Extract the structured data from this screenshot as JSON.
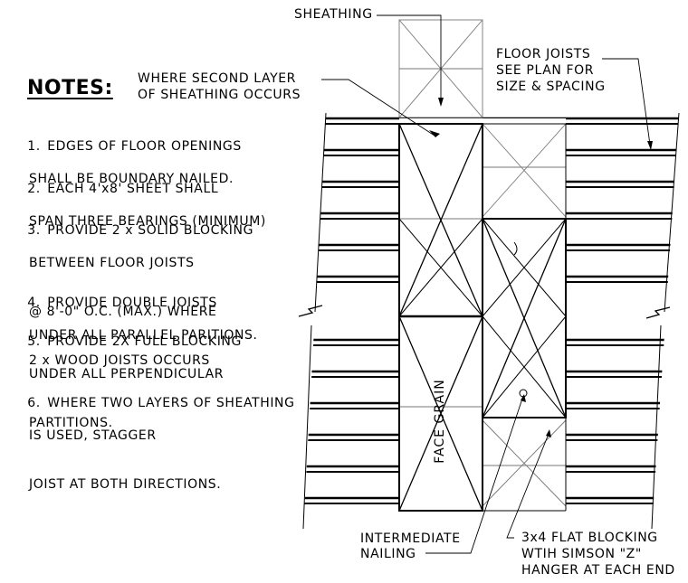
{
  "labels": {
    "sheathing": "SHEATHING",
    "second_layer_line1": "WHERE SECOND LAYER",
    "second_layer_line2": "OF SHEATHING OCCURS",
    "floor_joists_line1": "FLOOR JOISTS",
    "floor_joists_line2": "SEE PLAN FOR",
    "floor_joists_line3": "SIZE & SPACING",
    "face_grain": "FACE GRAIN",
    "intermediate_line1": "INTERMEDIATE",
    "intermediate_line2": "NAILING",
    "blocking_line1": "3x4 FLAT BLOCKING",
    "blocking_line2": "WTIH SIMSON \"Z\"",
    "blocking_line3": "HANGER AT EACH END"
  },
  "notes": {
    "title": "NOTES:",
    "items": [
      {
        "num": "1.",
        "line1": "EDGES OF FLOOR OPENINGS",
        "line2": "SHALL BE BOUNDARY NAILED.",
        "line3": "",
        "line4": ""
      },
      {
        "num": "2.",
        "line1": "EACH 4'x8' SHEET SHALL",
        "line2": "SPAN THREE BEARINGS (MINIMUM)",
        "line3": "",
        "line4": ""
      },
      {
        "num": "3.",
        "line1": "PROVIDE 2 x SOLID BLOCKING",
        "line2": "BETWEEN FLOOR JOISTS",
        "line3": "@ 8'-0\" O.C. (MAX.) WHERE",
        "line4": "2 x WOOD JOISTS OCCURS"
      },
      {
        "num": "4.",
        "line1": "PROVIDE DOUBLE JOISTS",
        "line2": "UNDER ALL PARALLEL PARITIONS.",
        "line3": "",
        "line4": ""
      },
      {
        "num": "5.",
        "line1": "PROVIDE 2X FULL BLOCKING",
        "line2": "UNDER ALL PERPENDICULAR",
        "line3": "PARTITIONS.",
        "line4": ""
      },
      {
        "num": "6.",
        "line1": "WHERE TWO LAYERS OF SHEATHING",
        "line2": "IS USED, STAGGER",
        "line3": "JOIST AT BOTH DIRECTIONS.",
        "line4": ""
      }
    ]
  }
}
